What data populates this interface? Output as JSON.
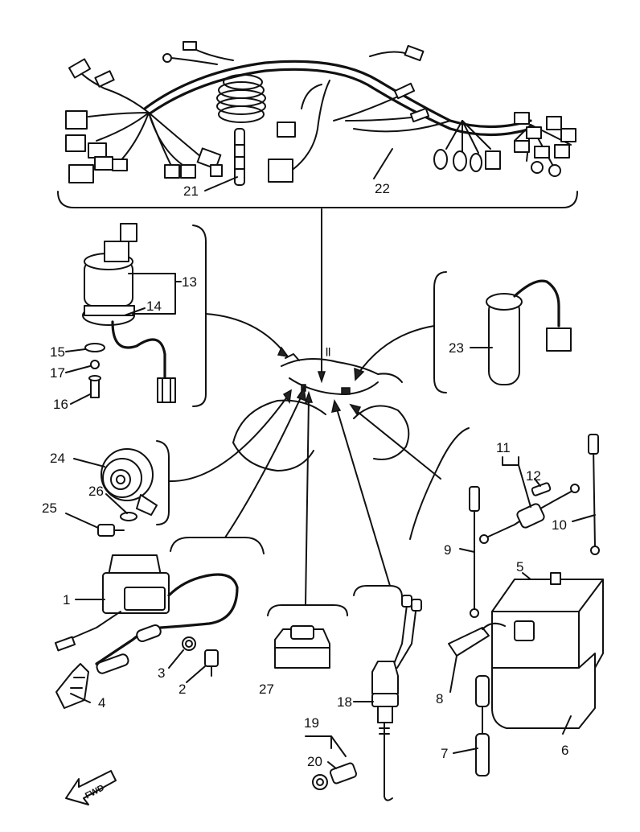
{
  "labels": {
    "p1": "1",
    "p2": "2",
    "p3": "3",
    "p4": "4",
    "p5": "5",
    "p6": "6",
    "p7": "7",
    "p8": "8",
    "p9": "9",
    "p10": "10",
    "p11": "11",
    "p12": "12",
    "p13": "13",
    "p14": "14",
    "p15": "15",
    "p16": "16",
    "p17": "17",
    "p18": "18",
    "p19": "19",
    "p20": "20",
    "p21": "21",
    "p22": "22",
    "p23": "23",
    "p24": "24",
    "p25": "25",
    "p26": "26",
    "p27": "27"
  },
  "fwd": "FWD"
}
